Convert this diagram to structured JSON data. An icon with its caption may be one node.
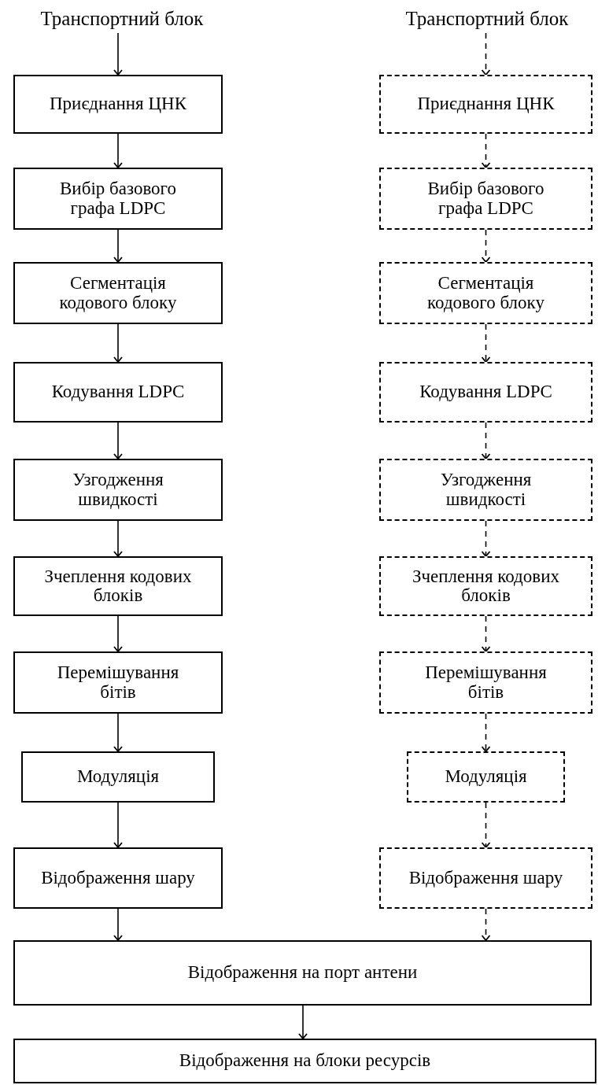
{
  "diagram": {
    "nodes": [
      {
        "text": [
          "Транспортний блок"
        ]
      },
      {
        "text": [
          "Приєднання ЦНК"
        ]
      },
      {
        "text": [
          "Вибір базового графа LDPC"
        ]
      },
      {
        "text": [
          "Сегментація кодового блоку"
        ]
      },
      {
        "text": [
          "Кодування LDPC"
        ]
      },
      {
        "text": [
          "Узгодження швидкості"
        ]
      },
      {
        "text": [
          "Зчеплення кодових блоків"
        ]
      },
      {
        "text": [
          "Перемішування бітів"
        ]
      },
      {
        "text": [
          "Модуляція"
        ]
      },
      {
        "text": [
          "Відображення шару"
        ]
      },
      {
        "text": [
          "Транспортний блок"
        ]
      },
      {
        "text": [
          "Приєднання ЦНК"
        ]
      },
      {
        "text": [
          "Вибір базового графа LDPC"
        ]
      },
      {
        "text": [
          "Сегментація кодового блоку"
        ]
      },
      {
        "text": [
          "Кодування LDPC"
        ]
      },
      {
        "text": [
          "Узгодження швидкості"
        ]
      },
      {
        "text": [
          "Зчеплення кодових блоків"
        ]
      },
      {
        "text": [
          "Перемішування бітів"
        ]
      },
      {
        "text": [
          "Модуляція"
        ]
      },
      {
        "text": [
          "Відображення шару"
        ]
      },
      {
        "text": [
          "Відображення на порт антени"
        ]
      },
      {
        "text": [
          "Відображення на блоки ресурсів"
        ]
      }
    ],
    "edges": [
      {
        "from": 0,
        "to": 1,
        "arrow": "to"
      },
      {
        "from": 1,
        "to": 2,
        "arrow": "to"
      },
      {
        "from": 2,
        "to": 3,
        "arrow": "to"
      },
      {
        "from": 3,
        "to": 4,
        "arrow": "to"
      },
      {
        "from": 4,
        "to": 5,
        "arrow": "to"
      },
      {
        "from": 5,
        "to": 6,
        "arrow": "to"
      },
      {
        "from": 6,
        "to": 7,
        "arrow": "to"
      },
      {
        "from": 7,
        "to": 8,
        "arrow": "to"
      },
      {
        "from": 8,
        "to": 9,
        "arrow": "to"
      },
      {
        "from": 9,
        "to": 20,
        "arrow": "to"
      },
      {
        "from": 10,
        "to": 11,
        "arrow": "to",
        "style": "dashed"
      },
      {
        "from": 11,
        "to": 12,
        "arrow": "to",
        "style": "dashed"
      },
      {
        "from": 12,
        "to": 13,
        "arrow": "to",
        "style": "dashed"
      },
      {
        "from": 13,
        "to": 14,
        "arrow": "to",
        "style": "dashed"
      },
      {
        "from": 14,
        "to": 15,
        "arrow": "to",
        "style": "dashed"
      },
      {
        "from": 15,
        "to": 16,
        "arrow": "to",
        "style": "dashed"
      },
      {
        "from": 16,
        "to": 17,
        "arrow": "to",
        "style": "dashed"
      },
      {
        "from": 17,
        "to": 18,
        "arrow": "to",
        "style": "dashed"
      },
      {
        "from": 18,
        "to": 19,
        "arrow": "to",
        "style": "dashed"
      },
      {
        "from": 19,
        "to": 20,
        "arrow": "to",
        "style": "dashed"
      },
      {
        "from": 20,
        "to": 21,
        "arrow": "to"
      }
    ]
  }
}
